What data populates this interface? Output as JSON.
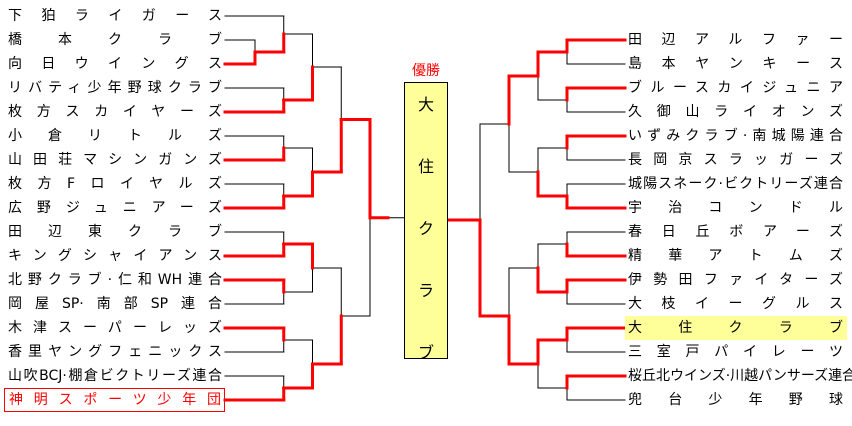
{
  "title": "優勝",
  "champion": "大住クラブ",
  "colors": {
    "win": "#ff0000",
    "line": "#000000",
    "champion_bg": "#ffff99"
  },
  "left": {
    "teams": [
      "下狛ライガース",
      "橋本クラブ",
      "向日ウイングス",
      "リバティ少年野球クラブ",
      "枚方スカイヤーズ",
      "小倉リトルズ",
      "山田荘マシンガンズ",
      "枚方Fロイヤルズ",
      "広野ジュニアーズ",
      "田辺東クラブ",
      "キングシャイアンス",
      "北野クラブ·仁和WH連合",
      "岡屋SP·南部SP連合",
      "木津スーパーレッズ",
      "香里ヤングフェニックス",
      "山吹BCJ·棚倉ビクトリーズ連合",
      "神明スポーツ少年団"
    ],
    "highlighted": 16,
    "bracket": {
      "w": 0,
      "c": [
        {
          "w": 1,
          "c": [
            {
              "w": 1,
              "c": [
                {
                  "w": 1,
                  "c": [
                    0,
                    {
                      "w": 1,
                      "c": [
                        1,
                        2
                      ]
                    }
                  ]
                },
                {
                  "w": 1,
                  "c": [
                    3,
                    4
                  ]
                }
              ]
            },
            {
              "w": 1,
              "c": [
                {
                  "w": 1,
                  "c": [
                    5,
                    6
                  ]
                },
                {
                  "w": 1,
                  "c": [
                    7,
                    8
                  ]
                }
              ]
            }
          ]
        },
        {
          "w": 1,
          "c": [
            {
              "w": 0,
              "c": [
                {
                  "w": 1,
                  "c": [
                    9,
                    10
                  ]
                },
                {
                  "w": 0,
                  "c": [
                    11,
                    12
                  ]
                }
              ]
            },
            {
              "w": 1,
              "c": [
                {
                  "w": 0,
                  "c": [
                    13,
                    14
                  ]
                },
                {
                  "w": 1,
                  "c": [
                    15,
                    16
                  ]
                }
              ]
            }
          ]
        }
      ]
    }
  },
  "right": {
    "teams": [
      "田辺アルファー",
      "島本ヤンキース",
      "ブルースカイジュニア",
      "久御山ライオンズ",
      "いずみクラブ·南城陽連合",
      "長岡京スラッガーズ",
      "城陽スネーク·ビクトリーズ連合",
      "宇治コンドル",
      "春日丘ボアーズ",
      "精華アトムズ",
      "伊勢田ファイターズ",
      "大枝イーグルス",
      "大住クラブ",
      "三室戸パイレーツ",
      "桜丘北ウインズ·川越パンサーズ連合",
      "兜台少年野球"
    ],
    "champion_index": 12,
    "bracket": {
      "w": 1,
      "c": [
        {
          "w": 0,
          "c": [
            {
              "w": 0,
              "c": [
                {
                  "w": 0,
                  "c": [
                    0,
                    1
                  ]
                },
                {
                  "w": 0,
                  "c": [
                    2,
                    3
                  ]
                }
              ]
            },
            {
              "w": 1,
              "c": [
                {
                  "w": 0,
                  "c": [
                    4,
                    5
                  ]
                },
                {
                  "w": 1,
                  "c": [
                    6,
                    7
                  ]
                }
              ]
            }
          ]
        },
        {
          "w": 1,
          "c": [
            {
              "w": 1,
              "c": [
                {
                  "w": 1,
                  "c": [
                    8,
                    9
                  ]
                },
                {
                  "w": 0,
                  "c": [
                    10,
                    11
                  ]
                }
              ]
            },
            {
              "w": 0,
              "c": [
                {
                  "w": 0,
                  "c": [
                    12,
                    13
                  ]
                },
                {
                  "w": 0,
                  "c": [
                    14,
                    15
                  ]
                }
              ]
            }
          ]
        }
      ]
    }
  }
}
